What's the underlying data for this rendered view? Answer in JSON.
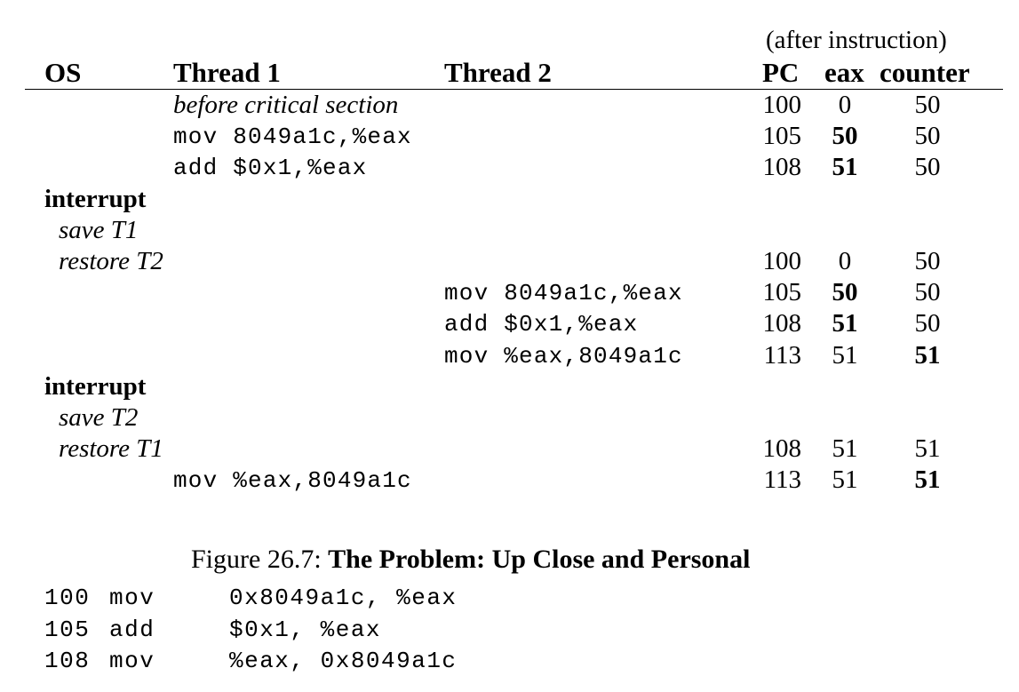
{
  "table": {
    "after_label": "(after instruction)",
    "headers": {
      "os": "OS",
      "thread1": "Thread 1",
      "thread2": "Thread 2",
      "pc": "PC",
      "eax": "eax",
      "counter": "counter"
    },
    "rows": [
      {
        "os": "",
        "t1": "before critical section",
        "t2": "",
        "pc": "100",
        "eax": "0",
        "counter": "50",
        "os_style": "",
        "t1_style": "italic",
        "eax_bold": false,
        "counter_bold": false
      },
      {
        "os": "",
        "t1": "mov 8049a1c,%eax",
        "t2": "",
        "pc": "105",
        "eax": "50",
        "counter": "50",
        "os_style": "",
        "t1_style": "mono",
        "eax_bold": true,
        "counter_bold": false
      },
      {
        "os": "",
        "t1": "add $0x1,%eax",
        "t2": "",
        "pc": "108",
        "eax": "51",
        "counter": "50",
        "os_style": "",
        "t1_style": "mono",
        "eax_bold": true,
        "counter_bold": false
      },
      {
        "os": "interrupt",
        "t1": "",
        "t2": "",
        "pc": "",
        "eax": "",
        "counter": "",
        "os_style": "bold",
        "t1_style": "",
        "eax_bold": false,
        "counter_bold": false
      },
      {
        "os": "save T1",
        "t1": "",
        "t2": "",
        "pc": "",
        "eax": "",
        "counter": "",
        "os_style": "italic-indent",
        "t1_style": "",
        "eax_bold": false,
        "counter_bold": false
      },
      {
        "os": "restore T2",
        "t1": "",
        "t2": "",
        "pc": "100",
        "eax": "0",
        "counter": "50",
        "os_style": "italic-indent",
        "t1_style": "",
        "eax_bold": false,
        "counter_bold": false
      },
      {
        "os": "",
        "t1": "",
        "t2": "mov 8049a1c,%eax",
        "pc": "105",
        "eax": "50",
        "counter": "50",
        "os_style": "",
        "t1_style": "",
        "eax_bold": true,
        "counter_bold": false
      },
      {
        "os": "",
        "t1": "",
        "t2": "add $0x1,%eax",
        "pc": "108",
        "eax": "51",
        "counter": "50",
        "os_style": "",
        "t1_style": "",
        "eax_bold": true,
        "counter_bold": false
      },
      {
        "os": "",
        "t1": "",
        "t2": "mov %eax,8049a1c",
        "pc": "113",
        "eax": "51",
        "counter": "51",
        "os_style": "",
        "t1_style": "",
        "eax_bold": false,
        "counter_bold": true
      },
      {
        "os": "interrupt",
        "t1": "",
        "t2": "",
        "pc": "",
        "eax": "",
        "counter": "",
        "os_style": "bold",
        "t1_style": "",
        "eax_bold": false,
        "counter_bold": false
      },
      {
        "os": "save T2",
        "t1": "",
        "t2": "",
        "pc": "",
        "eax": "",
        "counter": "",
        "os_style": "italic-indent",
        "t1_style": "",
        "eax_bold": false,
        "counter_bold": false
      },
      {
        "os": "restore T1",
        "t1": "",
        "t2": "",
        "pc": "108",
        "eax": "51",
        "counter": "51",
        "os_style": "italic-indent",
        "t1_style": "",
        "eax_bold": false,
        "counter_bold": false
      },
      {
        "os": "",
        "t1": "mov %eax,8049a1c",
        "t2": "",
        "pc": "113",
        "eax": "51",
        "counter": "51",
        "os_style": "",
        "t1_style": "mono",
        "eax_bold": false,
        "counter_bold": true
      }
    ]
  },
  "caption": {
    "prefix": "Figure 26.7: ",
    "title": "The Problem: Up Close and Personal"
  },
  "listing": [
    {
      "addr": "100",
      "op": "mov",
      "args": "0x8049a1c, %eax"
    },
    {
      "addr": "105",
      "op": "add",
      "args": "$0x1, %eax"
    },
    {
      "addr": "108",
      "op": "mov",
      "args": "%eax, 0x8049a1c"
    }
  ]
}
